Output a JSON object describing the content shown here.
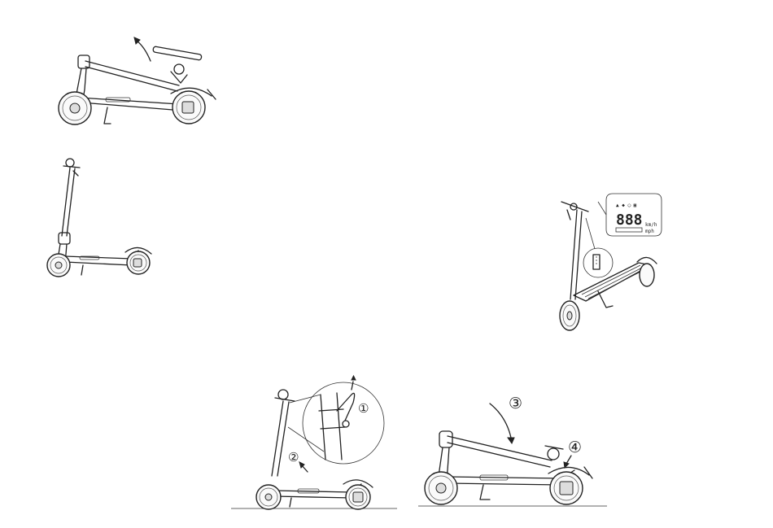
{
  "steps": {
    "step1": "①",
    "step2": "②",
    "step3": "③",
    "step4": "④"
  },
  "display": {
    "digits": "888",
    "unit": "km/h",
    "mode_label": "mph"
  }
}
